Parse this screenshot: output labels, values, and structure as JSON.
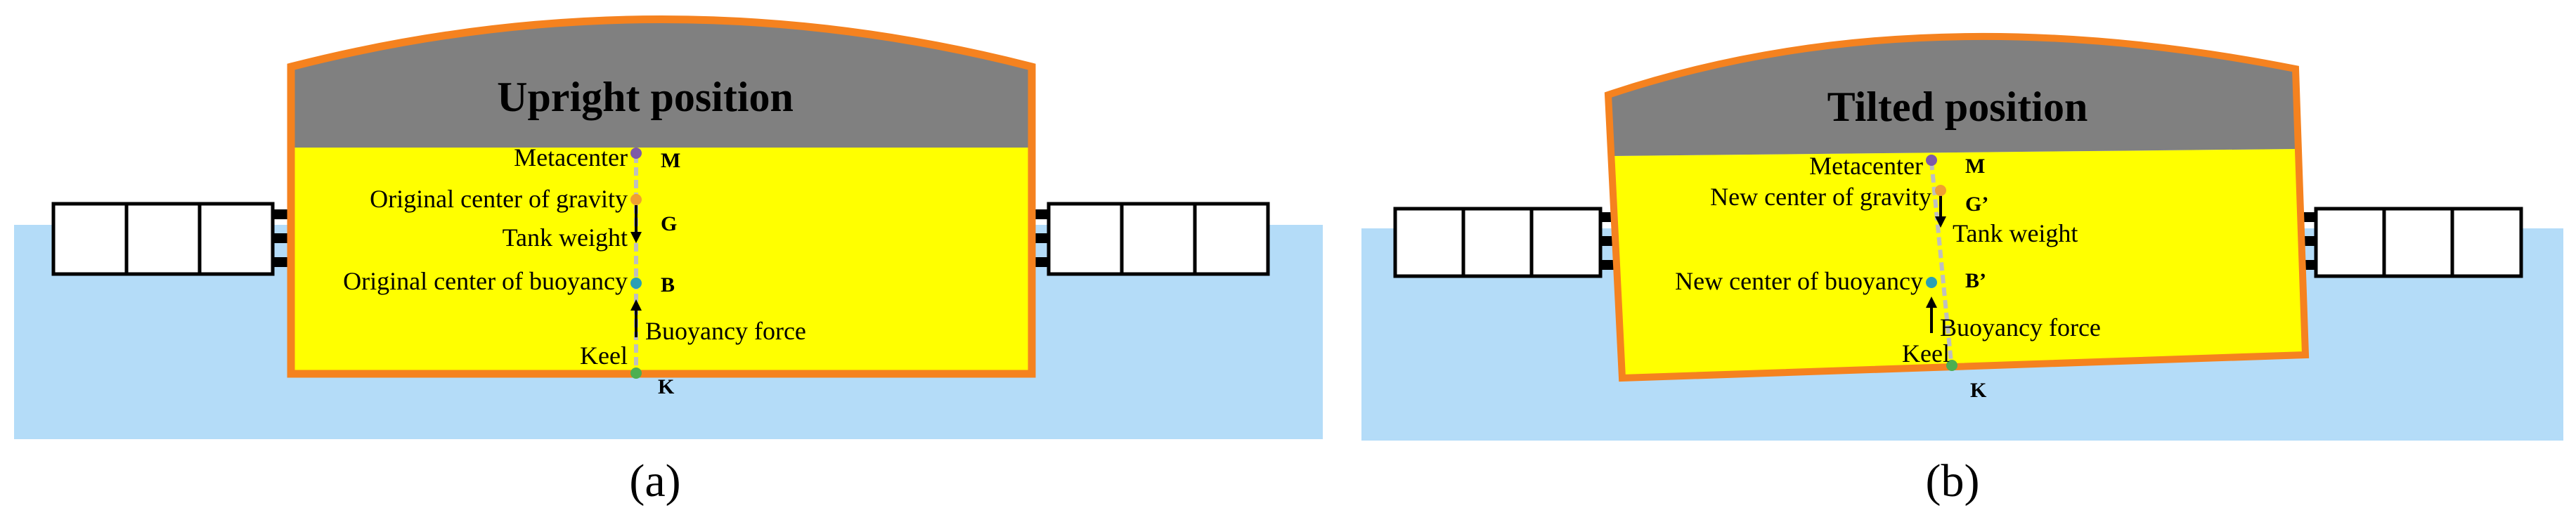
{
  "panel_a": {
    "title": "Upright position",
    "caption": "(a)",
    "labels": {
      "metacenter": "Metacenter",
      "gravity": "Original center of gravity",
      "weight": "Tank weight",
      "buoyancy_center": "Original center of buoyancy",
      "buoyancy_force": "Buoyancy force",
      "keel": "Keel"
    },
    "letters": {
      "m": "M",
      "g": "G",
      "b": "B",
      "k": "K"
    }
  },
  "panel_b": {
    "title": "Tilted position",
    "caption": "(b)",
    "labels": {
      "metacenter": "Metacenter",
      "gravity": "New center of gravity",
      "weight": "Tank weight",
      "buoyancy_center": "New center of buoyancy",
      "buoyancy_force": "Buoyancy force",
      "keel": "Keel"
    },
    "letters": {
      "m": "M",
      "g": "G’",
      "b": "B’",
      "k": "K"
    }
  },
  "colors": {
    "water": "#b4dcf8",
    "tank_fill": "#ffff00",
    "tank_border": "#f5821f",
    "roof": "#808080",
    "metacenter_point": "#7e5aa8",
    "gravity_point": "#f0a030",
    "buoyancy_point": "#2aa0b4",
    "keel_point": "#4caf50",
    "center_line": "#bfbfbf"
  }
}
